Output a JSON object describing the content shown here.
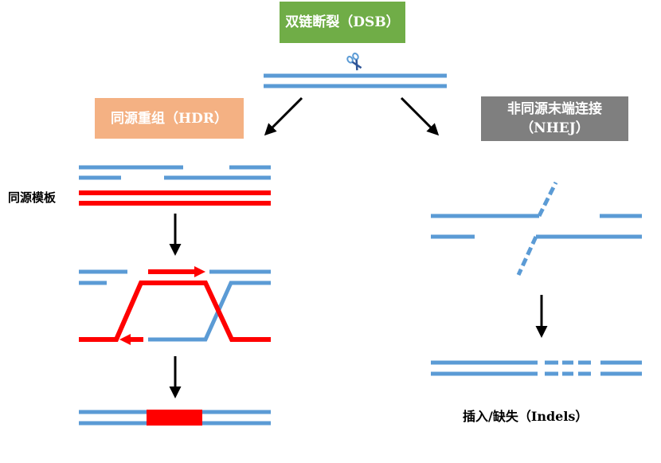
{
  "dsb_label": "双链断裂（DSB）",
  "hdr_label": "同源重组（HDR）",
  "nhej_label_line1": "非同源末端连接",
  "nhej_label_line2": "（NHEJ）",
  "template_label": "同源模板",
  "indels_label": "插入/缺失（Indels）",
  "colors": {
    "dna": "#5b9bd5",
    "template": "#ff0000",
    "dsb_box": "#70ad47",
    "hdr_box": "#f4b183",
    "nhej_box": "#7f7f7f"
  },
  "icons": [
    "scissors-icon"
  ]
}
